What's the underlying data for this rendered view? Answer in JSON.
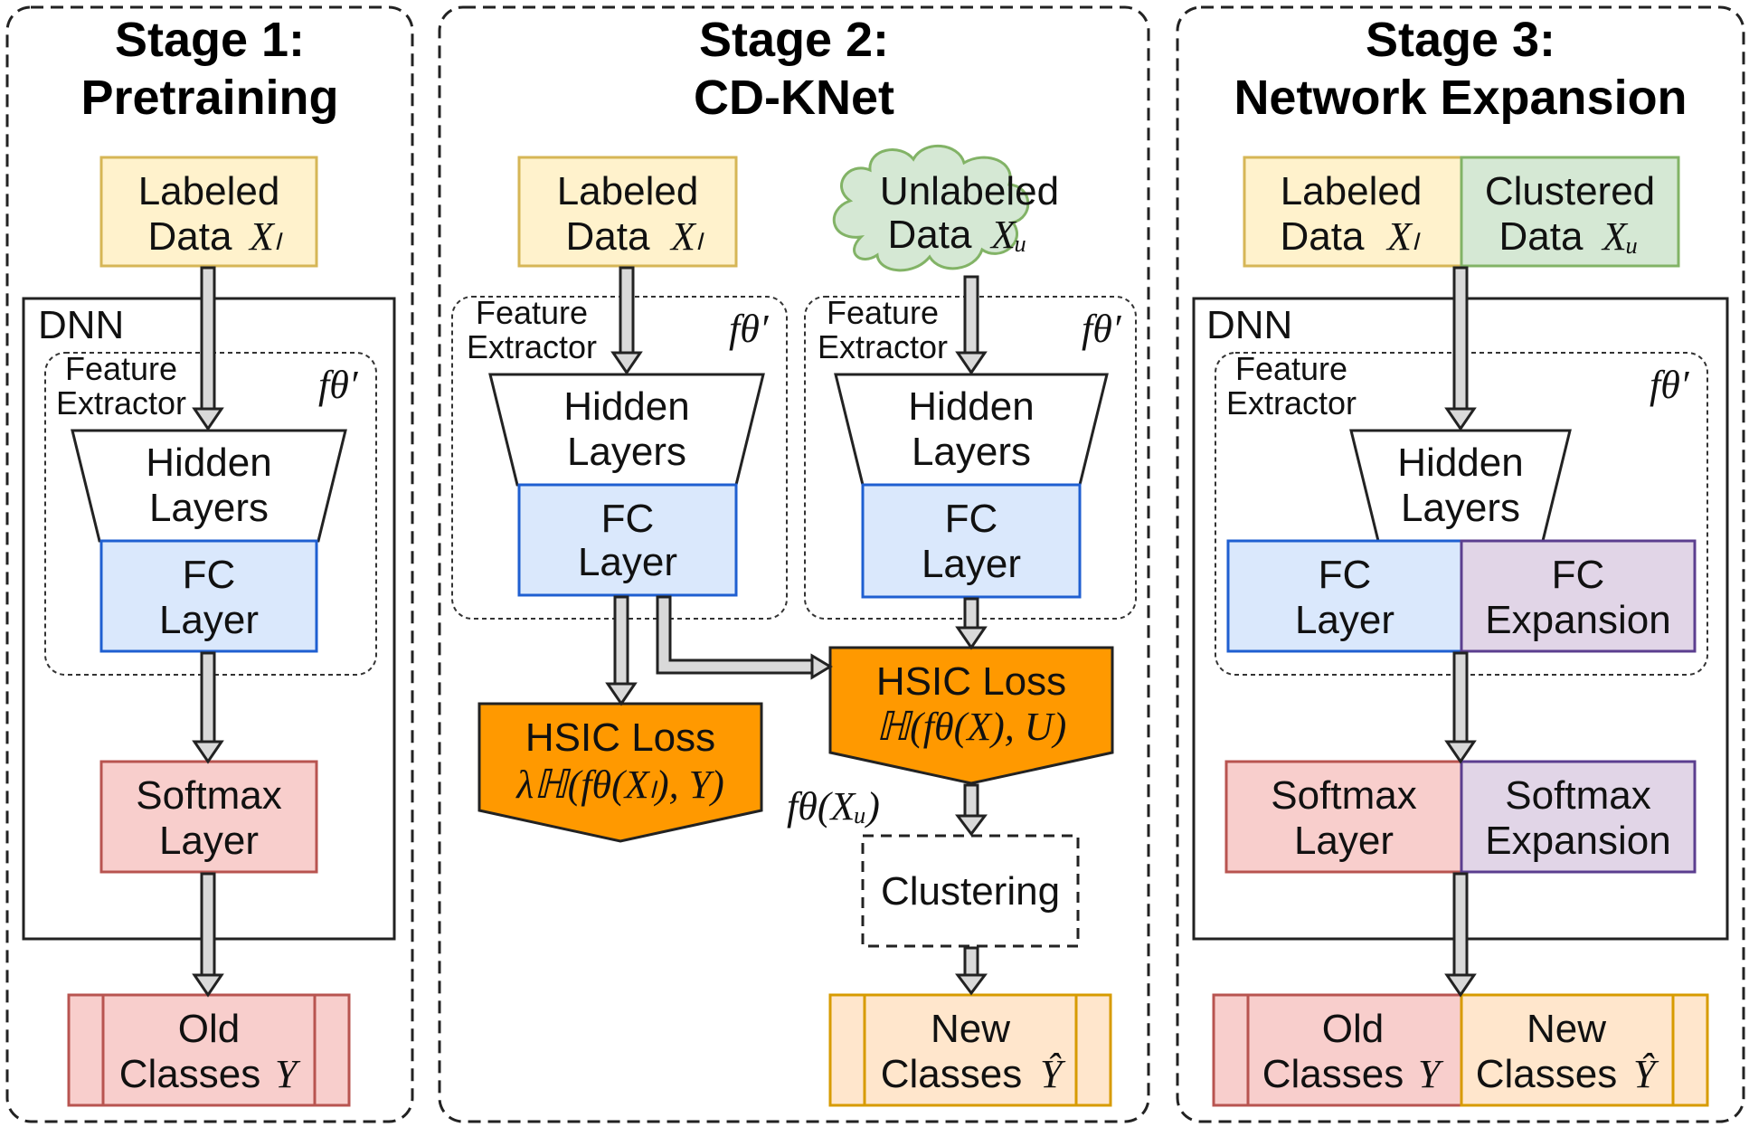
{
  "stage1": {
    "title_line1": "Stage 1:",
    "title_line2": "Pretraining",
    "labeled_line1": "Labeled",
    "labeled_line2": "Data",
    "labeled_math": "Xₗ",
    "dnn": "DNN",
    "fe_line1": "Feature",
    "fe_line2": "Extractor",
    "f_theta": "fθ′",
    "hidden_line1": "Hidden",
    "hidden_line2": "Layers",
    "fc_line1": "FC",
    "fc_line2": "Layer",
    "softmax_line1": "Softmax",
    "softmax_line2": "Layer",
    "old_line1": "Old",
    "old_line2": "Classes",
    "old_math": "Y"
  },
  "stage2": {
    "title_line1": "Stage 2:",
    "title_line2": "CD-KNet",
    "labeled_line1": "Labeled",
    "labeled_line2": "Data",
    "labeled_math": "Xₗ",
    "unlabeled_line1": "Unlabeled",
    "unlabeled_line2": "Data",
    "unlabeled_math": "Xᵤ",
    "fe_line1": "Feature",
    "fe_line2": "Extractor",
    "f_theta": "fθ′",
    "hidden_line1": "Hidden",
    "hidden_line2": "Layers",
    "fc_line1": "FC",
    "fc_line2": "Layer",
    "hsic_label": "HSIC Loss",
    "hsic_left_formula": "λℍ(fθ(Xₗ), Y)",
    "hsic_right_formula": "ℍ(fθ(X), U)",
    "f_xu": "fθ(Xᵤ)",
    "clustering": "Clustering",
    "new_line1": "New",
    "new_line2": "Classes",
    "new_math": "Ŷ"
  },
  "stage3": {
    "title_line1": "Stage 3:",
    "title_line2": "Network Expansion",
    "labeled_line1": "Labeled",
    "labeled_line2": "Data",
    "labeled_math": "Xₗ",
    "clustered_line1": "Clustered",
    "clustered_line2": "Data",
    "clustered_math": "Xᵤ",
    "dnn": "DNN",
    "fe_line1": "Feature",
    "fe_line2": "Extractor",
    "f_theta": "fθ′",
    "hidden_line1": "Hidden",
    "hidden_line2": "Layers",
    "fc_line1": "FC",
    "fc_line2": "Layer",
    "fcexp_line1": "FC",
    "fcexp_line2": "Expansion",
    "softmax_line1": "Softmax",
    "softmax_line2": "Layer",
    "softexp_line1": "Softmax",
    "softexp_line2": "Expansion",
    "old_line1": "Old",
    "old_line2": "Classes",
    "old_math": "Y",
    "new_line1": "New",
    "new_line2": "Classes",
    "new_math": "Ŷ"
  },
  "colors": {
    "labeled": "#fff2cc",
    "labeled_border": "#d6b656",
    "unlabeled": "#d5e8d4",
    "unlabeled_border": "#82b366",
    "fc": "#dae8fc",
    "fc_border": "#1f5fd1",
    "softmax": "#f8cecc",
    "softmax_border": "#b85450",
    "expansion": "#e1d5e7",
    "expansion_border": "#5b3e8f",
    "hsic": "#ff9900",
    "new_classes": "#ffe6cc",
    "new_classes_border": "#d79b00"
  }
}
